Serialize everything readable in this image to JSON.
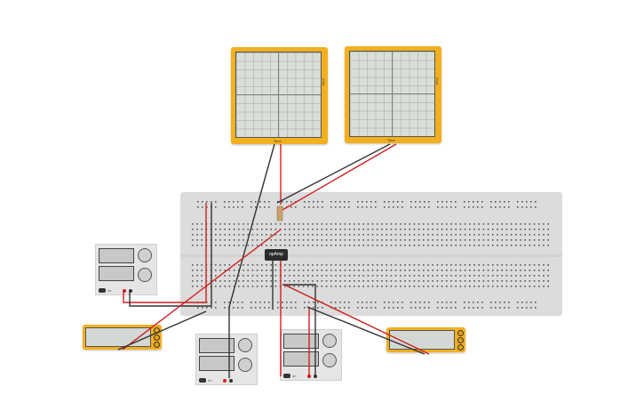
{
  "oscilloscopes": [
    {
      "side_label": "Vout",
      "bottom_label": "Time"
    },
    {
      "side_label": "Vout",
      "bottom_label": "Time"
    }
  ],
  "ic": {
    "label": "opAmp"
  },
  "psu": {
    "power_label": "on"
  },
  "colors": {
    "wire_red": "#d11f1f",
    "wire_black": "#333333",
    "instrument": "#f2b01e",
    "breadboard": "#dcdcdc"
  }
}
